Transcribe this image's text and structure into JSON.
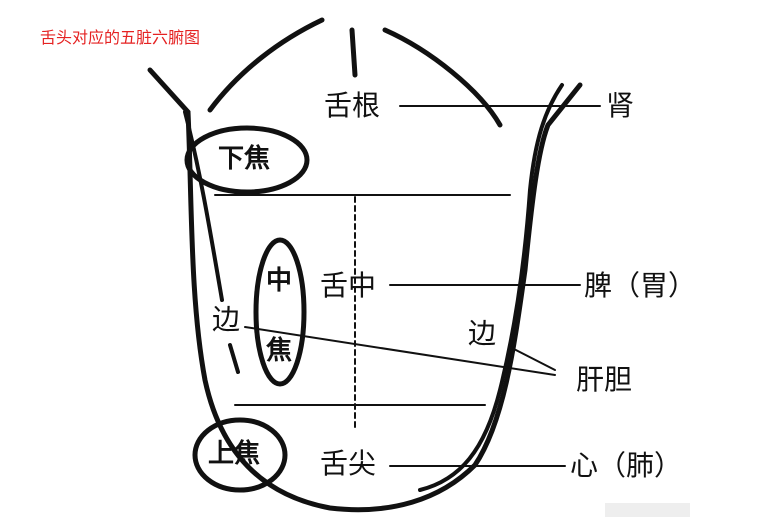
{
  "title": "舌头对应的五脏六腑图",
  "regions": {
    "lower_jiao": "下焦",
    "middle_jiao_1": "中",
    "middle_jiao_2": "焦",
    "upper_jiao": "上焦"
  },
  "zones": {
    "root": "舌根",
    "middle": "舌中",
    "tip": "舌尖",
    "edge_left": "边",
    "edge_right": "边"
  },
  "organs": {
    "root": "肾",
    "middle": "脾（胃）",
    "edge": "肝胆",
    "tip": "心（肺）"
  },
  "colors": {
    "title": "#e52222",
    "lines": "#111111"
  }
}
